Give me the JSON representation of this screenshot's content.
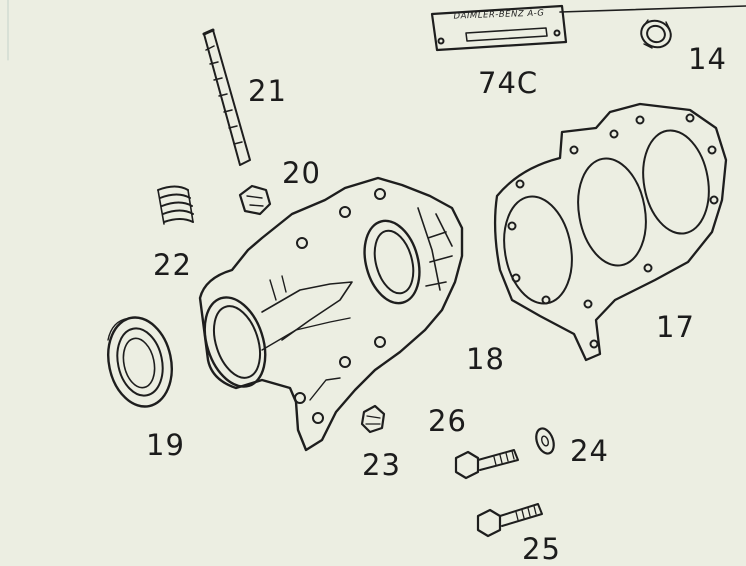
{
  "diagram": {
    "plate_text": "DAIMLER-BENZ A-G",
    "labels": {
      "p14": "14",
      "p74c": "74C",
      "p21": "21",
      "p20": "20",
      "p22": "22",
      "p17": "17",
      "p18": "18",
      "p19": "19",
      "p26": "26",
      "p24": "24",
      "p23": "23",
      "p25": "25"
    }
  }
}
